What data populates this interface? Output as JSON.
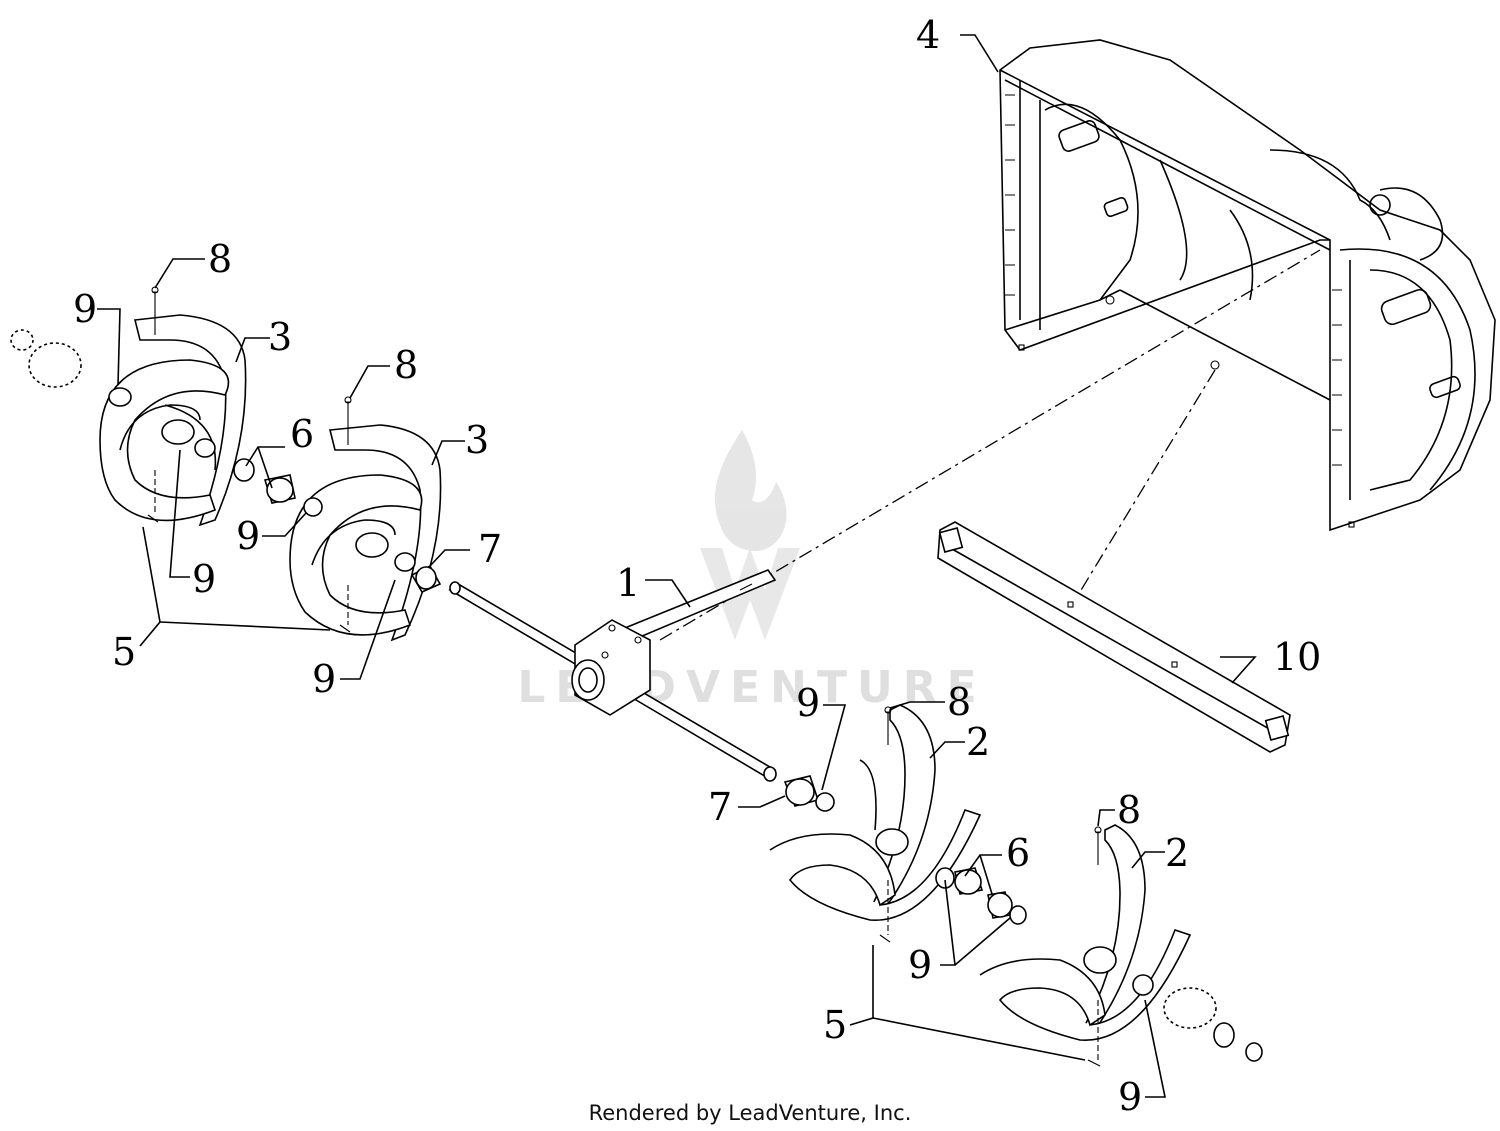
{
  "callouts": {
    "c1": "1",
    "c2a": "2",
    "c2b": "2",
    "c3a": "3",
    "c3b": "3",
    "c4": "4",
    "c5a": "5",
    "c5b": "5",
    "c6a": "6",
    "c6b": "6",
    "c7a": "7",
    "c7b": "7",
    "c8a": "8",
    "c8b": "8",
    "c8c": "8",
    "c8d": "8",
    "c9a": "9",
    "c9b": "9",
    "c9c": "9",
    "c9d": "9",
    "c9e": "9",
    "c9f": "9",
    "c9g": "9",
    "c10": "10"
  },
  "watermark": "LEADVENTURE",
  "footer": "Rendered by LeadVenture, Inc."
}
